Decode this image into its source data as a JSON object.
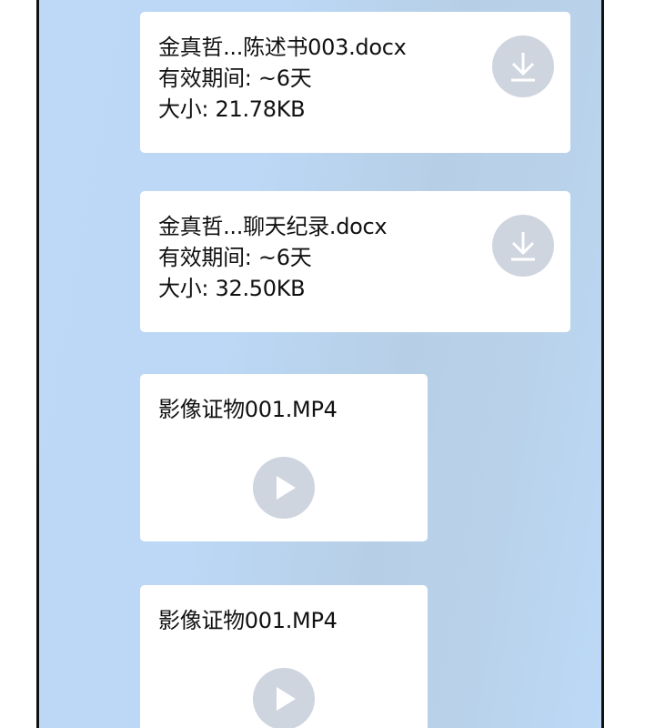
{
  "colors": {
    "background": "#bcd8f6",
    "card": "#ffffff",
    "icon_circle": "#cfd5df",
    "icon_glyph": "#ffffff",
    "text": "#111111"
  },
  "files": [
    {
      "name": "金真哲...陈述书003.docx",
      "validity": "有效期间: ~6天",
      "size": "大小: 21.78KB",
      "icon": "download-icon"
    },
    {
      "name": "金真哲...聊天纪录.docx",
      "validity": "有效期间: ~6天",
      "size": "大小: 32.50KB",
      "icon": "download-icon"
    }
  ],
  "videos": [
    {
      "name": "影像证物001.MP4",
      "icon": "play-icon"
    },
    {
      "name": "影像证物001.MP4",
      "icon": "play-icon"
    }
  ]
}
